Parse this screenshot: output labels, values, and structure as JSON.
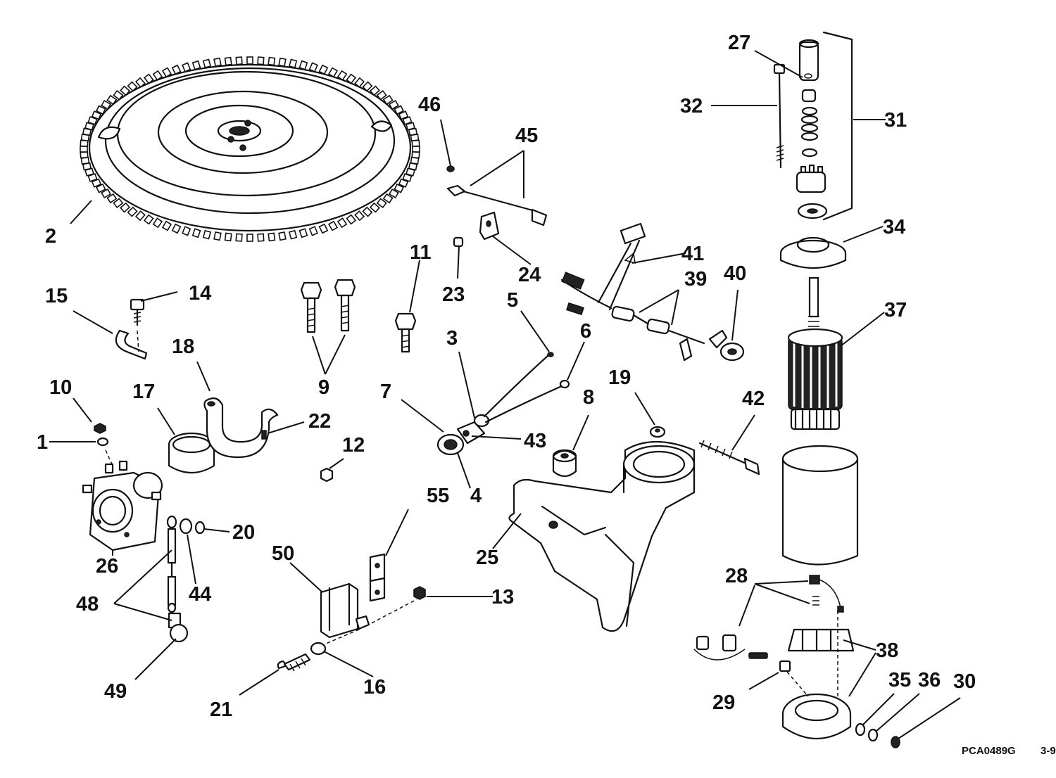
{
  "diagram": {
    "figure_code": "PCA0489G",
    "page_ref": "3-9",
    "callouts": [
      "1",
      "2",
      "3",
      "4",
      "5",
      "6",
      "7",
      "8",
      "9",
      "10",
      "11",
      "12",
      "13",
      "14",
      "15",
      "16",
      "17",
      "18",
      "19",
      "20",
      "21",
      "22",
      "23",
      "24",
      "25",
      "26",
      "27",
      "28",
      "29",
      "30",
      "31",
      "32",
      "34",
      "35",
      "36",
      "37",
      "38",
      "39",
      "40",
      "41",
      "42",
      "43",
      "44",
      "45",
      "46",
      "48",
      "49",
      "50",
      "55"
    ]
  }
}
